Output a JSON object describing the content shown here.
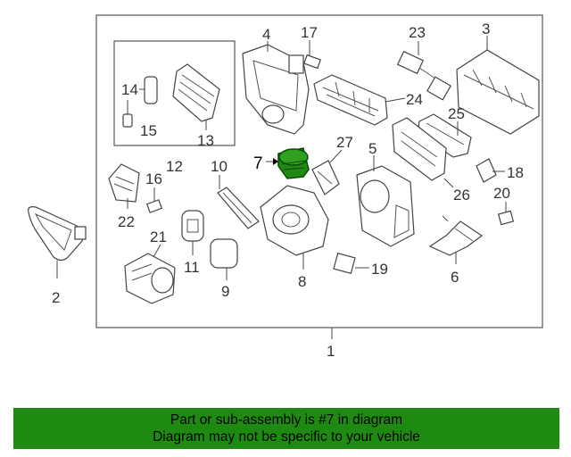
{
  "callouts": {
    "c1": "1",
    "c2": "2",
    "c3": "3",
    "c4": "4",
    "c5": "5",
    "c6": "6",
    "c7": "7",
    "c8": "8",
    "c9": "9",
    "c10": "10",
    "c11": "11",
    "c12": "12",
    "c13": "13",
    "c14": "14",
    "c15": "15",
    "c16": "16",
    "c17": "17",
    "c18": "18",
    "c19": "19",
    "c20": "20",
    "c21": "21",
    "c22": "22",
    "c23": "23",
    "c24": "24",
    "c25": "25",
    "c26": "26",
    "c27": "27"
  },
  "highlighted_part": "7",
  "colors": {
    "highlight": "#1e8a12",
    "banner": "#1e8a12",
    "line": "#444444"
  },
  "banner": {
    "line1": "Part or sub-assembly is #7 in diagram",
    "line2": "Diagram may not be specific to your vehicle"
  }
}
